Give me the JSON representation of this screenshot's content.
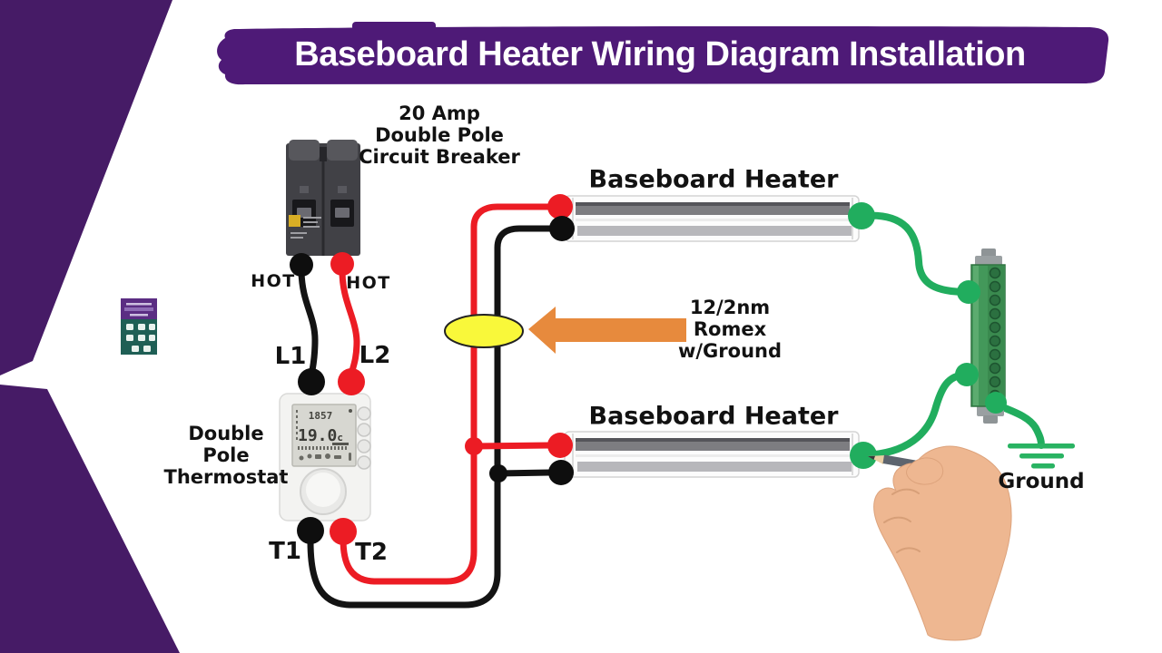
{
  "banner": {
    "title": "Baseboard Heater Wiring Diagram Installation"
  },
  "components": {
    "breaker": {
      "label": "20 Amp\nDouble Pole\nCircuit Breaker",
      "hot_left": "HOT",
      "hot_right": "HOT"
    },
    "thermostat": {
      "label": "Double\nPole\nThermostat",
      "terminal_l1": "L1",
      "terminal_l2": "L2",
      "terminal_t1": "T1",
      "terminal_t2": "T2",
      "display_time": "1857",
      "display_temp": "19.0",
      "display_unit": "c"
    },
    "heater_top": {
      "label": "Baseboard Heater"
    },
    "heater_bottom": {
      "label": "Baseboard Heater"
    },
    "cable_callout": {
      "label": "12/2nm\nRomex\nw/Ground"
    },
    "ground": {
      "label": "Ground"
    }
  },
  "wiring": [
    {
      "from": "breaker-hot-left",
      "to": "thermostat-L1",
      "color": "black"
    },
    {
      "from": "breaker-hot-right",
      "to": "thermostat-L2",
      "color": "red"
    },
    {
      "from": "thermostat-T2",
      "to": "heater-top-red",
      "color": "red"
    },
    {
      "from": "thermostat-T1",
      "to": "heater-top-black",
      "color": "black"
    },
    {
      "from": "thermostat-T2",
      "to": "heater-bottom-red",
      "color": "red"
    },
    {
      "from": "thermostat-T1",
      "to": "heater-bottom-black",
      "color": "black"
    },
    {
      "from": "heater-top-green",
      "to": "ground-bus-bar",
      "color": "green"
    },
    {
      "from": "heater-bottom-green",
      "to": "ground-bus-bar",
      "color": "green"
    },
    {
      "from": "ground-bus-bar",
      "to": "earth-ground",
      "color": "green"
    }
  ],
  "colors": {
    "banner_purple": "#4e1a77",
    "chevron_purple": "#461b66",
    "wire_red": "#ec1c24",
    "wire_black": "#131313",
    "wire_green": "#21ad5e",
    "arrow_orange": "#e78a3d",
    "cable_marker_yellow": "#f9f83a"
  }
}
